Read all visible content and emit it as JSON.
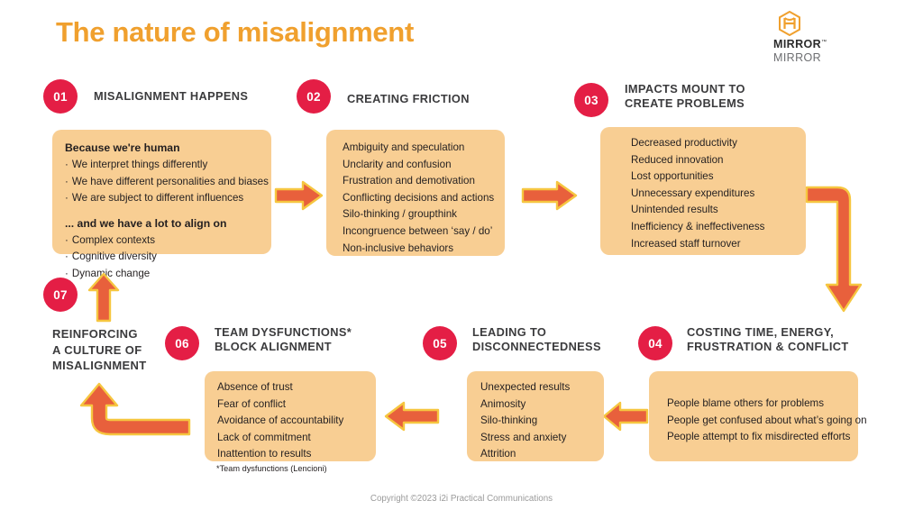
{
  "header": {
    "title": "The nature of misalignment",
    "logo": {
      "icon": "mirror-hexagon-logo-icon",
      "line1": "MIRROR",
      "tm": "™",
      "line2": "MIRROR"
    }
  },
  "steps": [
    {
      "number": "01",
      "title": "MISALIGNMENT HAPPENS",
      "groups": [
        {
          "heading": "Because we're human",
          "items": [
            "We interpret things differently",
            "We have different personalities and biases",
            "We are subject to different influences"
          ]
        },
        {
          "heading": "... and we have a lot to align on",
          "items": [
            "Complex contexts",
            "Cognitive diversity",
            "Dynamic change"
          ]
        }
      ]
    },
    {
      "number": "02",
      "title": "CREATING FRICTION",
      "items": [
        "Ambiguity and speculation",
        "Unclarity and confusion",
        "Frustration and demotivation",
        "Conflicting decisions and actions",
        "Silo-thinking / groupthink",
        "Incongruence between ‘say / do’",
        "Non-inclusive behaviors"
      ]
    },
    {
      "number": "03",
      "title": "IMPACTS MOUNT TO\nCREATE PROBLEMS",
      "items": [
        "Decreased productivity",
        "Reduced innovation",
        "Lost opportunities",
        "Unnecessary expenditures",
        "Unintended results",
        "Inefficiency & ineffectiveness",
        "Increased staff turnover"
      ]
    },
    {
      "number": "04",
      "title": "COSTING TIME, ENERGY,\nFRUSTRATION & CONFLICT",
      "items": [
        "People blame others for problems",
        "People get confused about what’s going on",
        "People attempt to fix misdirected efforts"
      ]
    },
    {
      "number": "05",
      "title": "LEADING TO\nDISCONNECTEDNESS",
      "items": [
        "Unexpected results",
        "Animosity",
        "Silo-thinking",
        "Stress and anxiety",
        "Attrition"
      ]
    },
    {
      "number": "06",
      "title": "TEAM DYSFUNCTIONS*\nBLOCK ALIGNMENT",
      "items": [
        "Absence of trust",
        "Fear of conflict",
        "Avoidance of accountability",
        "Lack of commitment",
        "Inattention to results"
      ],
      "footnote": "*Team dysfunctions (Lencioni)"
    },
    {
      "number": "07",
      "title": "REINFORCING\nA CULTURE OF\nMISALIGNMENT"
    }
  ],
  "arrows": [
    {
      "name": "arrow-step1-to-step2",
      "direction": "right"
    },
    {
      "name": "arrow-step2-to-step3",
      "direction": "right"
    },
    {
      "name": "arrow-step3-to-step4",
      "direction": "elbow-down"
    },
    {
      "name": "arrow-step4-to-step5",
      "direction": "left"
    },
    {
      "name": "arrow-step5-to-step6",
      "direction": "left"
    },
    {
      "name": "arrow-step6-to-step7",
      "direction": "elbow-up"
    },
    {
      "name": "arrow-step7-to-step1",
      "direction": "up"
    }
  ],
  "footer": {
    "copyright": "Copyright ©2023 i2i Practical Communications"
  },
  "colors": {
    "title_orange": "#F0A02E",
    "badge_crimson": "#E41E45",
    "panel_peach": "#F8CE93",
    "arrow_fill": "#E8603C",
    "arrow_stroke": "#F6C640",
    "step_title_gray": "#3b3b3d",
    "footer_gray": "#9a9a9a"
  }
}
